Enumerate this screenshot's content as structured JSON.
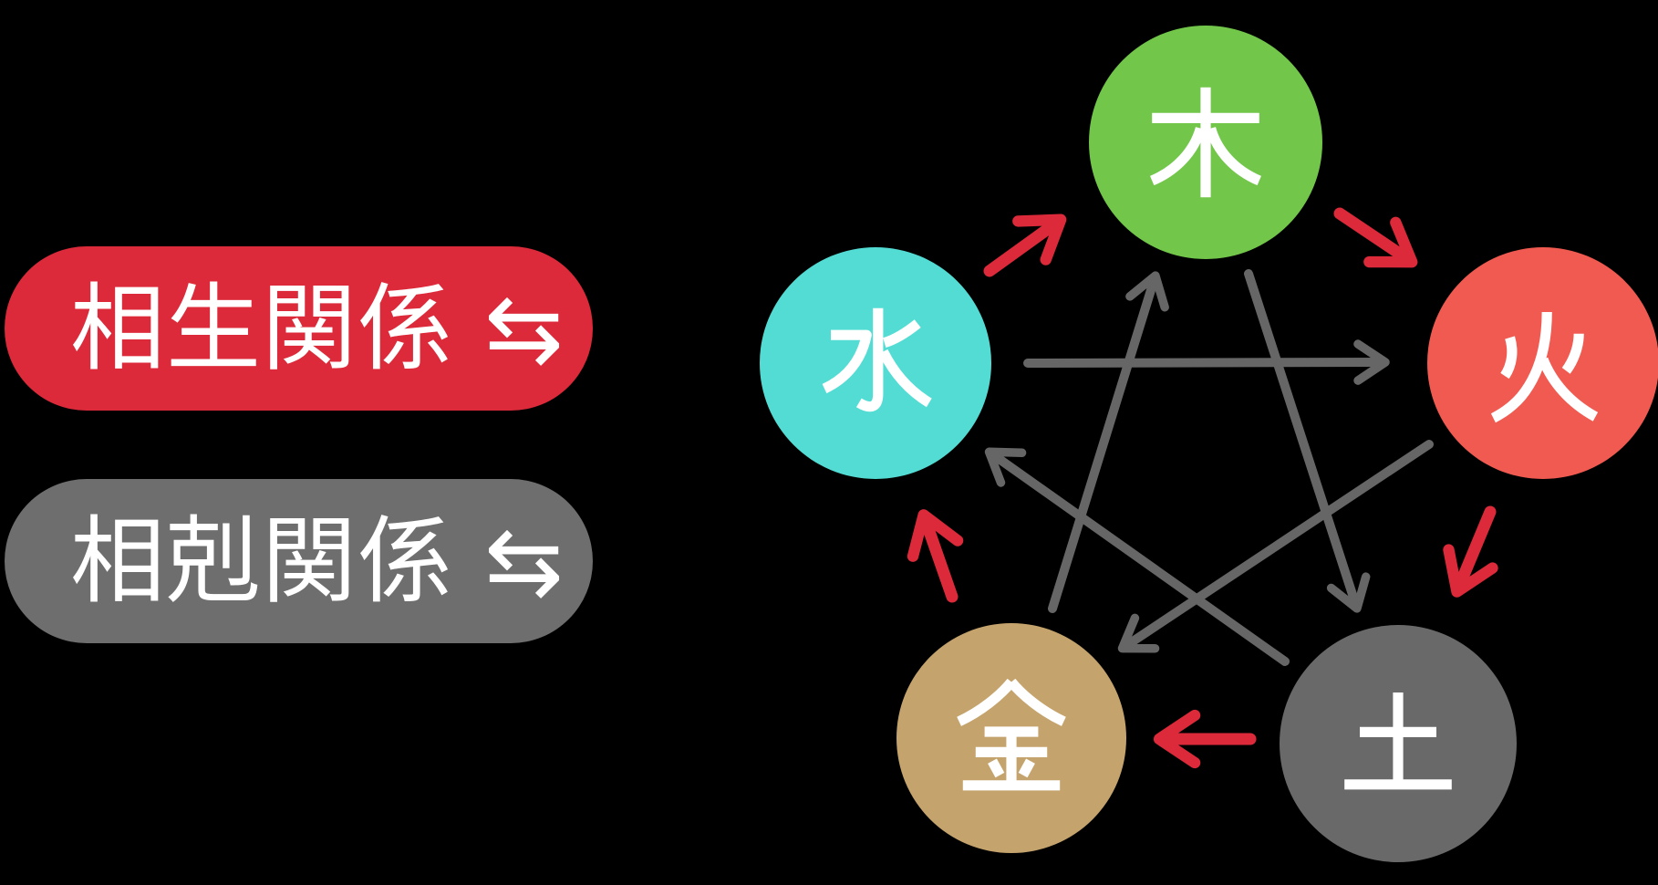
{
  "background_color": "#000000",
  "legend": {
    "items": [
      {
        "id": "generating",
        "label": "相生関係 ⇆",
        "pill_color": "#dc2a3a",
        "text_color": "#ffffff"
      },
      {
        "id": "overcoming",
        "label": "相剋関係 ⇆",
        "pill_color": "#6e6e6e",
        "text_color": "#ffffff"
      }
    ]
  },
  "diagram": {
    "elements": [
      {
        "id": "wood",
        "label": "木",
        "color": "#72c64a"
      },
      {
        "id": "fire",
        "label": "火",
        "color": "#f05a50"
      },
      {
        "id": "earth",
        "label": "土",
        "color": "#696969"
      },
      {
        "id": "metal",
        "label": "金",
        "color": "#c5a36c"
      },
      {
        "id": "water",
        "label": "水",
        "color": "#53dcd4"
      }
    ],
    "label_text_color": "#ffffff",
    "colors": {
      "generating": "#dc2a3a",
      "overcoming": "#666666"
    },
    "cycles": {
      "generating_pairs": [
        [
          "water",
          "wood"
        ],
        [
          "wood",
          "fire"
        ],
        [
          "fire",
          "earth"
        ],
        [
          "earth",
          "metal"
        ],
        [
          "metal",
          "water"
        ]
      ],
      "overcoming_pairs": [
        [
          "water",
          "fire"
        ],
        [
          "wood",
          "earth"
        ],
        [
          "fire",
          "metal"
        ],
        [
          "earth",
          "water"
        ],
        [
          "metal",
          "wood"
        ]
      ]
    }
  }
}
